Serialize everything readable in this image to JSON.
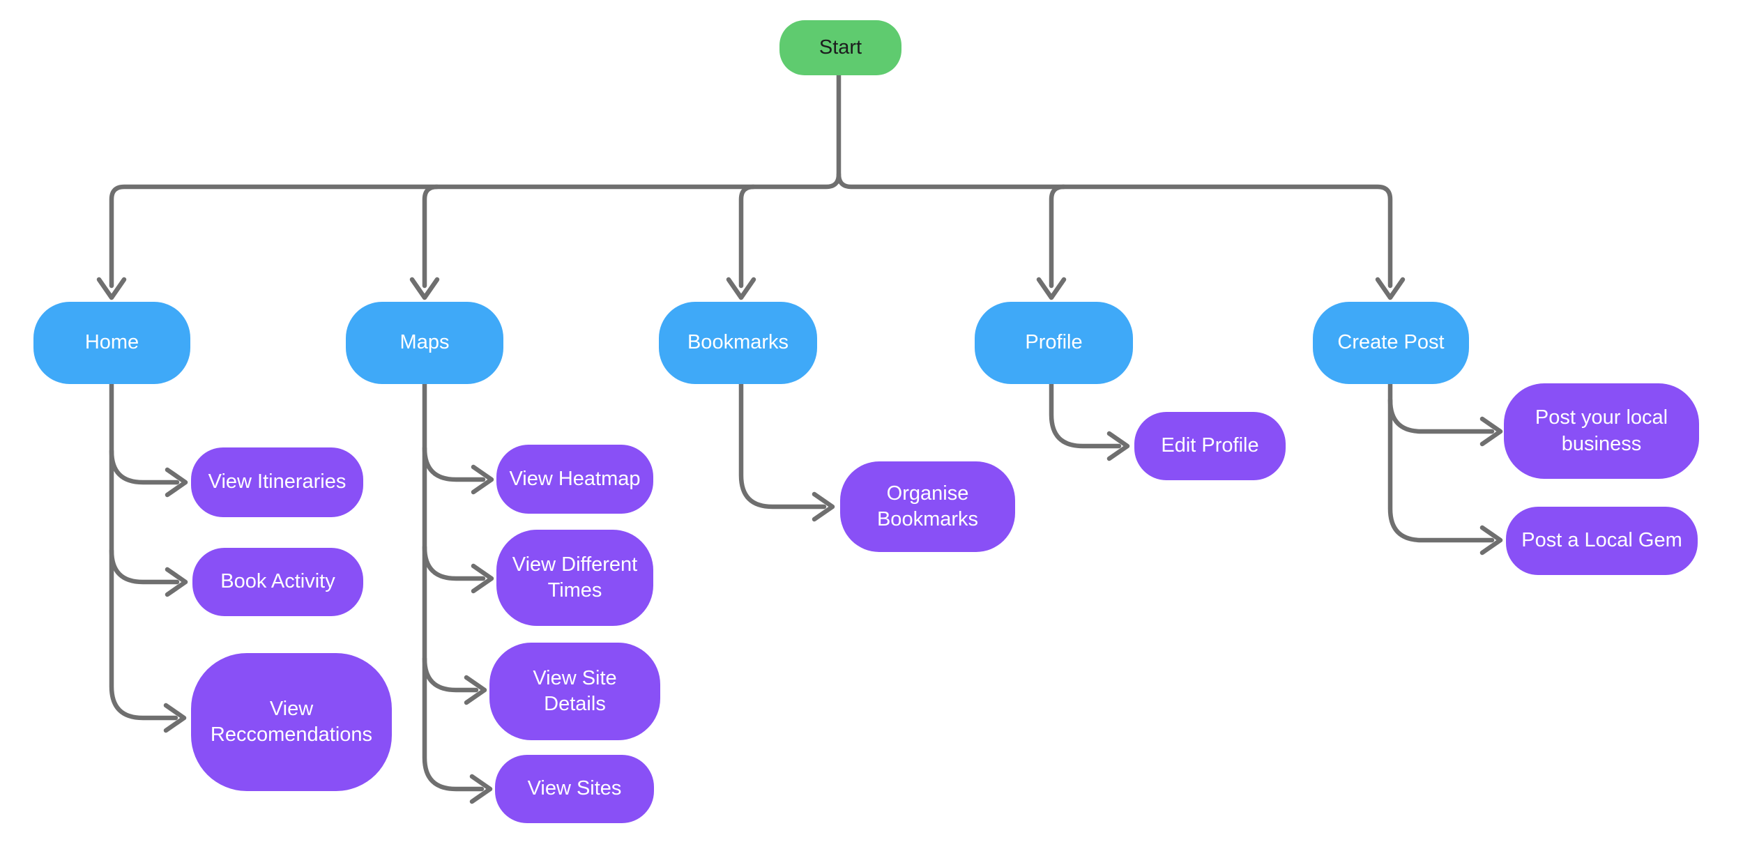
{
  "colors": {
    "start_fill": "#5FCB6F",
    "primary_fill": "#3FA9F8",
    "secondary_fill": "#8950F6",
    "connector": "#6F6F6F",
    "start_text": "#1C1C1E",
    "node_text": "#FFFFFF",
    "background": "#FFFFFF"
  },
  "nodes": [
    {
      "id": "start",
      "type": "start",
      "label": "Start"
    },
    {
      "id": "home",
      "type": "primary",
      "label": "Home"
    },
    {
      "id": "maps",
      "type": "primary",
      "label": "Maps"
    },
    {
      "id": "bookmarks",
      "type": "primary",
      "label": "Bookmarks"
    },
    {
      "id": "profile",
      "type": "primary",
      "label": "Profile"
    },
    {
      "id": "create-post",
      "type": "primary",
      "label": "Create Post"
    },
    {
      "id": "view-itineraries",
      "type": "secondary",
      "label": "View Itineraries"
    },
    {
      "id": "book-activity",
      "type": "secondary",
      "label": "Book Activity"
    },
    {
      "id": "view-reccomendations",
      "type": "secondary",
      "label": "View Reccomendations"
    },
    {
      "id": "view-heatmap",
      "type": "secondary",
      "label": "View Heatmap"
    },
    {
      "id": "view-different-times",
      "type": "secondary",
      "label": "View Different Times"
    },
    {
      "id": "view-site-details",
      "type": "secondary",
      "label": "View Site Details"
    },
    {
      "id": "view-sites",
      "type": "secondary",
      "label": "View Sites"
    },
    {
      "id": "organise-bookmarks",
      "type": "secondary",
      "label": "Organise Bookmarks"
    },
    {
      "id": "edit-profile",
      "type": "secondary",
      "label": "Edit Profile"
    },
    {
      "id": "post-your-local-business",
      "type": "secondary",
      "label": "Post your local business"
    },
    {
      "id": "post-a-local-gem",
      "type": "secondary",
      "label": "Post a Local Gem"
    }
  ],
  "edges": [
    {
      "from": "start",
      "to": "home"
    },
    {
      "from": "start",
      "to": "maps"
    },
    {
      "from": "start",
      "to": "bookmarks"
    },
    {
      "from": "start",
      "to": "profile"
    },
    {
      "from": "start",
      "to": "create-post"
    },
    {
      "from": "home",
      "to": "view-itineraries"
    },
    {
      "from": "home",
      "to": "book-activity"
    },
    {
      "from": "home",
      "to": "view-reccomendations"
    },
    {
      "from": "maps",
      "to": "view-heatmap"
    },
    {
      "from": "maps",
      "to": "view-different-times"
    },
    {
      "from": "maps",
      "to": "view-site-details"
    },
    {
      "from": "maps",
      "to": "view-sites"
    },
    {
      "from": "bookmarks",
      "to": "organise-bookmarks"
    },
    {
      "from": "profile",
      "to": "edit-profile"
    },
    {
      "from": "create-post",
      "to": "post-your-local-business"
    },
    {
      "from": "create-post",
      "to": "post-a-local-gem"
    }
  ]
}
